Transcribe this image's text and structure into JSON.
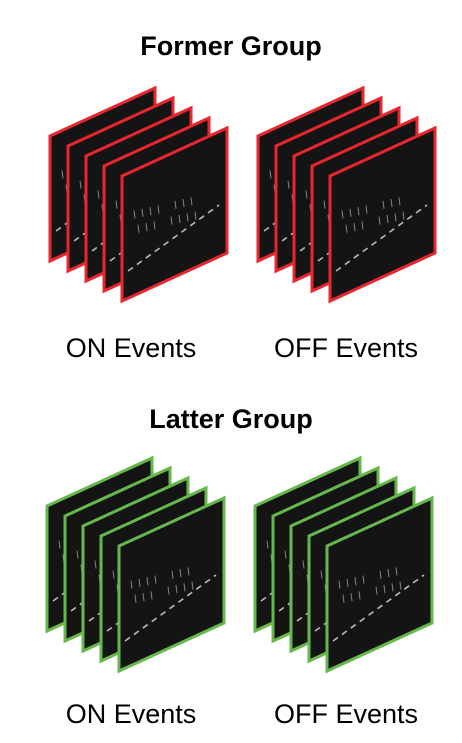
{
  "groups": [
    {
      "title": "Former Group",
      "border_color": "#e8262d",
      "stacks": [
        {
          "label": "ON Events",
          "frame_count": 5
        },
        {
          "label": "OFF Events",
          "frame_count": 5
        }
      ]
    },
    {
      "title": "Latter Group",
      "border_color": "#66b84c",
      "stacks": [
        {
          "label": "ON Events",
          "frame_count": 5
        },
        {
          "label": "OFF Events",
          "frame_count": 5
        }
      ]
    }
  ],
  "frame_fill_color": "#141414"
}
